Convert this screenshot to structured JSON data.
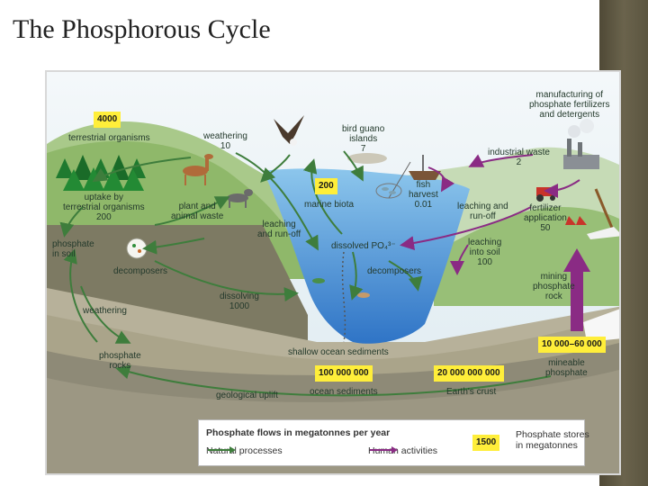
{
  "slide": {
    "title": "The Phosphorous Cycle"
  },
  "colors": {
    "natural_arrow": "#3e7d3c",
    "human_arrow": "#8a2b84",
    "value_box": "#ffee3a",
    "water": "#4a8bd1",
    "grass": "#8fb86a"
  },
  "labels": {
    "manufacturing": "manufacturing of\nphosphate fertilizers\nand detergents",
    "terrestrial_organisms": "terrestrial organisms",
    "weathering_top": "weathering\n10",
    "bird_guano": "bird guano\nislands\n7",
    "industrial_waste": "industrial waste\n2",
    "fish_harvest": "fish\nharvest\n0.01",
    "marine_biota": "marine biota",
    "uptake": "uptake by\nterrestrial organisms\n200",
    "plant_animal_waste": "plant and\nanimal waste",
    "leaching_runoff_left": "leaching\nand run-off",
    "leaching_runoff_right": "leaching and\nrun-off",
    "fertilizer_application": "fertilizer\napplication\n50",
    "phosphate_in_soil": "phosphate\nin soil",
    "dissolved_po4": "dissolved PO₄³⁻",
    "leaching_into_soil": "leaching\ninto soil\n100",
    "decomposers_left": "decomposers",
    "decomposers_right": "decomposers",
    "mining": "mining\nphosphate\nrock",
    "dissolving": "dissolving\n1000",
    "weathering_left": "weathering",
    "phosphate_rocks": "phosphate\nrocks",
    "shallow_sediments": "shallow ocean sediments",
    "mineable_phosphate": "mineable\nphosphate",
    "geological_uplift": "geological uplift",
    "ocean_sediments": "ocean sediments",
    "earths_crust": "Earth's crust"
  },
  "values": {
    "terrestrial": "4000",
    "marine": "200",
    "mineable": "10 000–60 000",
    "ocean_sediments": "100 000 000",
    "crust": "20 000 000 000"
  },
  "legend": {
    "title": "Phosphate flows in megatonnes per year",
    "natural": "Natural processes",
    "human": "Human activities",
    "store_value": "1500",
    "store_label": "Phosphate stores\nin megatonnes"
  },
  "icons": [
    "eagle-icon",
    "tree-icon",
    "deer-icon",
    "wolf-icon",
    "fish-icon",
    "ship-icon",
    "factory-icon",
    "tractor-icon",
    "crane-icon",
    "decomposer-icon"
  ]
}
